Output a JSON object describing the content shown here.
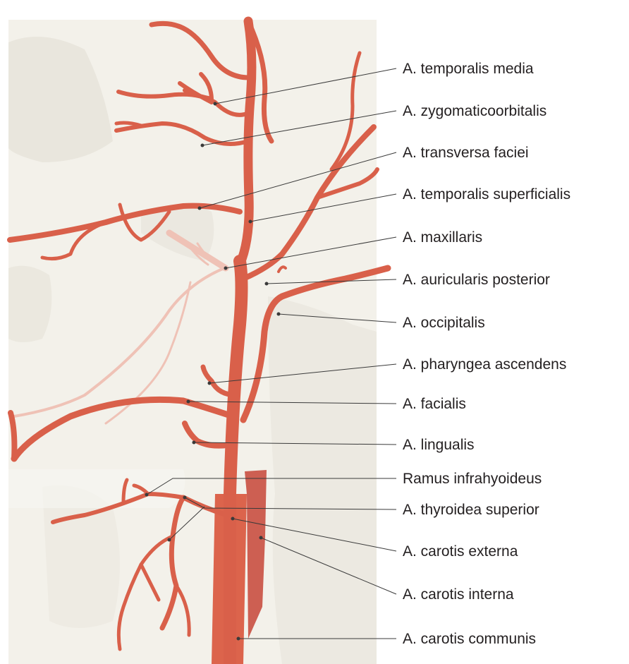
{
  "labels": [
    "A. temporalis media",
    "A. zygomaticoorbitalis",
    "A. transversa faciei",
    "A. temporalis superficialis",
    "A. maxillaris",
    "A. auricularis posterior",
    "A. occipitalis",
    "A. pharyngea ascendens",
    "A. facialis",
    "A. lingualis",
    "Ramus infrahyoideus",
    "A. thyroidea superior",
    "A. carotis externa",
    "A. carotis interna",
    "A. carotis communis"
  ],
  "colors": {
    "artery": "#d9604a",
    "artery_interna": "#c95a4e",
    "background_panel": "#f1efe8",
    "leader_line": "#3a3a3a",
    "label_text": "#231f20"
  }
}
